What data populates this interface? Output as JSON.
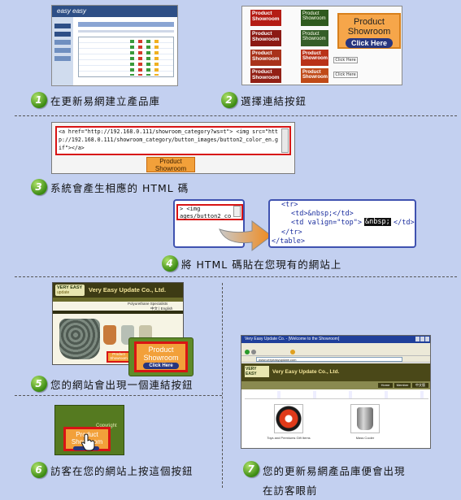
{
  "steps": [
    {
      "num": "1",
      "label": "在更新易網建立產品庫"
    },
    {
      "num": "2",
      "label": "選擇連結按鈕"
    },
    {
      "num": "3",
      "label": "系統會產生相應的 HTML 碼"
    },
    {
      "num": "4",
      "label": "將 HTML 碼貼在您現有的網站上"
    },
    {
      "num": "5",
      "label": "您的網站會出現一個連結按鈕"
    },
    {
      "num": "6",
      "label": "訪客在您的網站上按這個按鈕"
    },
    {
      "num": "7",
      "label_line1": "您的更新易網產品庫便會出現",
      "label_line2": "在訪客眼前"
    }
  ],
  "shot1": {
    "brand": "easy easy"
  },
  "shot2": {
    "button_line1": "Product",
    "button_line2": "Showroom",
    "button_cta": "Click Here",
    "mini_line1": "Product",
    "mini_line2": "Showroom",
    "mini_cta": "Click Here"
  },
  "shot3": {
    "code": "<a href=\"http://192.168.0.111/showroom_category?ws=t\"> <img src=\"http://192.168.0.111/showroom_category/button_images/button2_color_en.gif\"></a>",
    "button_line1": "Product",
    "button_line2": "Showroom"
  },
  "shot4": {
    "left_code_1": "> <img",
    "left_code_2": "ages/button2_co",
    "right_lines": [
      "<tr>",
      "<td>&nbsp;</td>",
      "<td valign=\"top\">",
      "&nbsp;",
      "</td>",
      "</tr>",
      "</table>"
    ]
  },
  "shot5": {
    "brand_top": "VERY EASY",
    "brand_bottom": "update",
    "company": "Very Easy Update Co., Ltd.",
    "tagline": "Polyurethane Specialists",
    "lang": "中文 | English",
    "button_line1": "Product",
    "button_line2": "Showroom",
    "button_cta": "Click Here",
    "small_line1": "Product",
    "small_line2": "Showroom"
  },
  "shot6": {
    "copyright": "Copyright",
    "button_line1": "Product",
    "button_line2": "Showroom"
  },
  "shot7": {
    "window_title": "Very Easy Update Co. - [Welcome to the Showroom]",
    "address": "www.veryeasyupdate.com",
    "brand_top": "VERY EASY",
    "company": "Very Easy Update Co., Ltd.",
    "nav": [
      "Home",
      "Member",
      "中文版"
    ],
    "product1": "Toys and Premiums Gift Items",
    "product2": "Mass Cooler"
  },
  "colors": {
    "background": "#c3d0f0",
    "accent_orange": "#f2a03a",
    "highlight_red": "#d81414",
    "step_green": "#3b8a12"
  }
}
